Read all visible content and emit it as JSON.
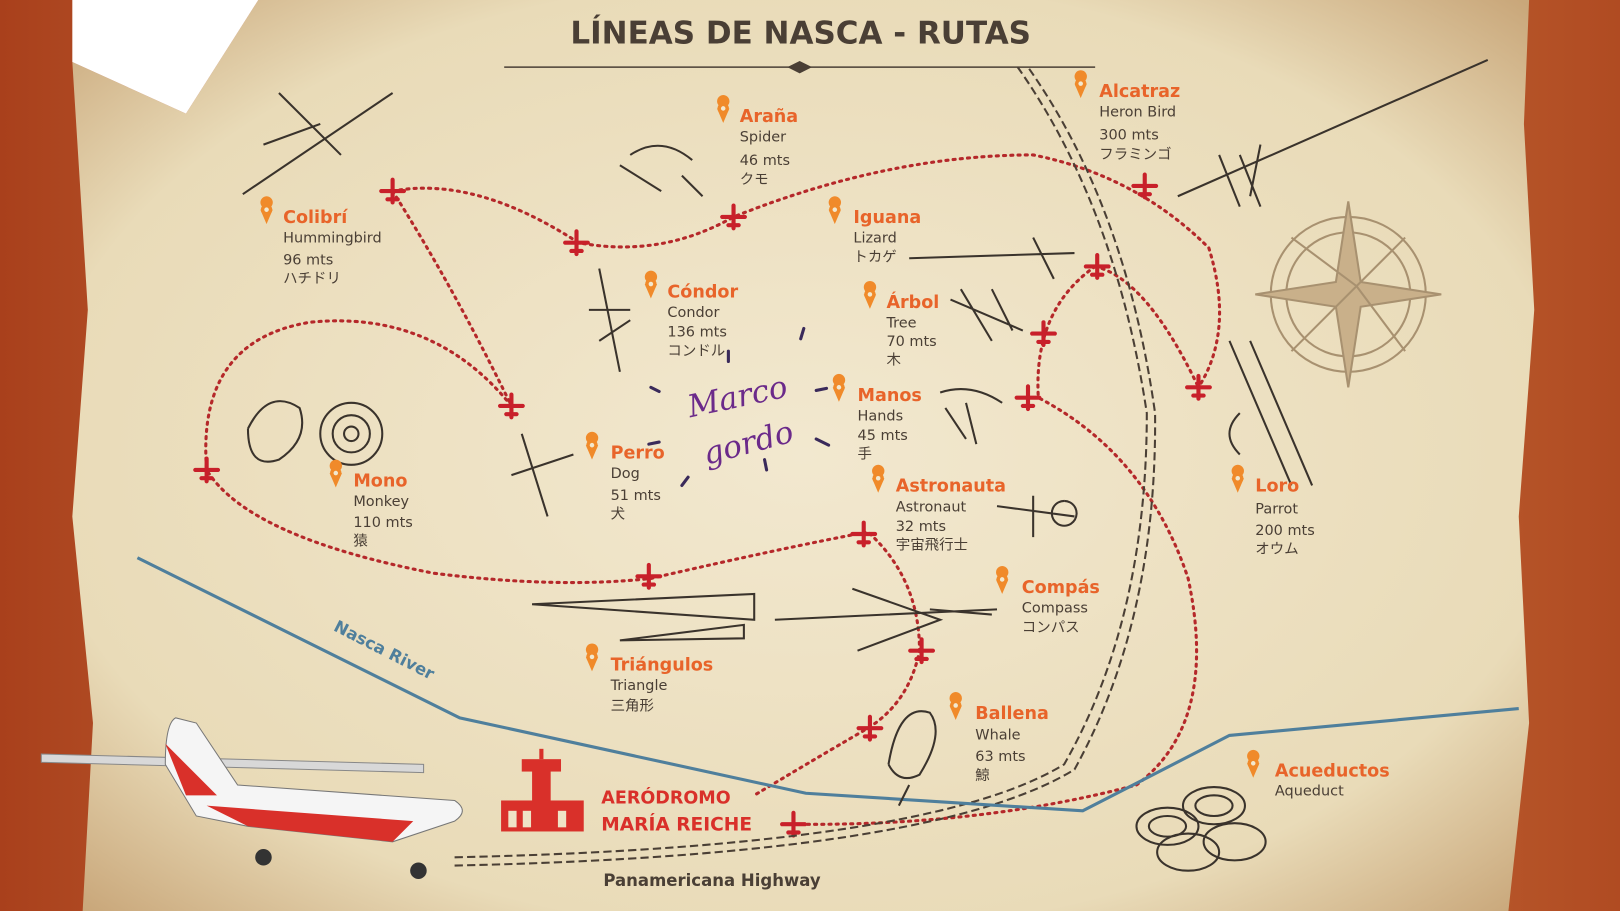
{
  "title": "LÍNEAS DE NASCA - RUTAS",
  "landmarks": [
    {
      "name": "Colibrí",
      "en": "Hummingbird",
      "size": "96 mts",
      "jp": "ハチドリ"
    },
    {
      "name": "Araña",
      "en": "Spider",
      "size": "46 mts",
      "jp": "クモ"
    },
    {
      "name": "Alcatraz",
      "en": "Heron Bird",
      "size": "300 mts",
      "jp": "フラミンゴ"
    },
    {
      "name": "Iguana",
      "en": "Lizard",
      "size": "",
      "jp": "トカゲ"
    },
    {
      "name": "Cóndor",
      "en": "Condor",
      "size": "136 mts",
      "jp": "コンドル"
    },
    {
      "name": "Árbol",
      "en": "Tree",
      "size": "70 mts",
      "jp": "木"
    },
    {
      "name": "Manos",
      "en": "Hands",
      "size": "45 mts",
      "jp": "手"
    },
    {
      "name": "Perro",
      "en": "Dog",
      "size": "51 mts",
      "jp": "犬"
    },
    {
      "name": "Mono",
      "en": "Monkey",
      "size": "110 mts",
      "jp": "猿"
    },
    {
      "name": "Astronauta",
      "en": "Astronaut",
      "size": "32 mts",
      "jp": "宇宙飛行士"
    },
    {
      "name": "Loro",
      "en": "Parrot",
      "size": "200 mts",
      "jp": "オウム"
    },
    {
      "name": "Compás",
      "en": "Compass",
      "size": "",
      "jp": "コンパス"
    },
    {
      "name": "Triángulos",
      "en": "Triangle",
      "size": "",
      "jp": "三角形"
    },
    {
      "name": "Ballena",
      "en": "Whale",
      "size": "63 mts",
      "jp": "鯨"
    },
    {
      "name": "Acueductos",
      "en": "Aqueduct",
      "size": "",
      "jp": ""
    }
  ],
  "airport": {
    "line1": "AERÓDROMO",
    "line2": "MARÍA REICHE"
  },
  "river": "Nasca River",
  "highway": "Panamericana Highway",
  "handwriting": {
    "line1": "Marco",
    "line2": "gordo"
  },
  "colors": {
    "accent": "#e8642a",
    "route": "#b5282a",
    "river": "#4f7f9c",
    "paper": "#efe3c6"
  }
}
